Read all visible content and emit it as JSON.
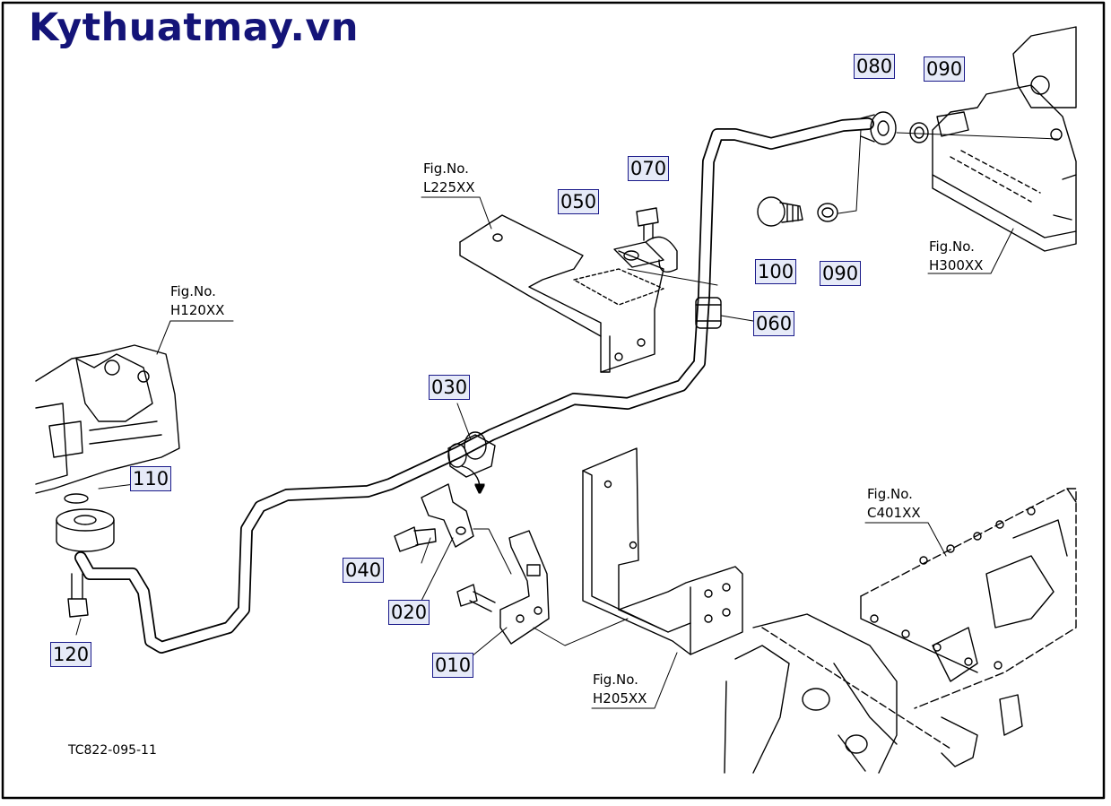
{
  "site": {
    "watermark": "Kythuatmay.vn"
  },
  "diagram_code": "TC822-095-11",
  "part_numbers": [
    {
      "id": "p080",
      "label": "080"
    },
    {
      "id": "p090a",
      "label": "090"
    },
    {
      "id": "p070",
      "label": "070"
    },
    {
      "id": "p050",
      "label": "050"
    },
    {
      "id": "p100",
      "label": "100"
    },
    {
      "id": "p090b",
      "label": "090"
    },
    {
      "id": "p060",
      "label": "060"
    },
    {
      "id": "p030",
      "label": "030"
    },
    {
      "id": "p110",
      "label": "110"
    },
    {
      "id": "p040",
      "label": "040"
    },
    {
      "id": "p020",
      "label": "020"
    },
    {
      "id": "p010",
      "label": "010"
    },
    {
      "id": "p120",
      "label": "120"
    }
  ],
  "figure_refs": [
    {
      "caption": "Fig.No.",
      "code": "L225XX"
    },
    {
      "caption": "Fig.No.",
      "code": "H120XX"
    },
    {
      "caption": "Fig.No.",
      "code": "H300XX"
    },
    {
      "caption": "Fig.No.",
      "code": "C401XX"
    },
    {
      "caption": "Fig.No.",
      "code": "H205XX"
    }
  ]
}
